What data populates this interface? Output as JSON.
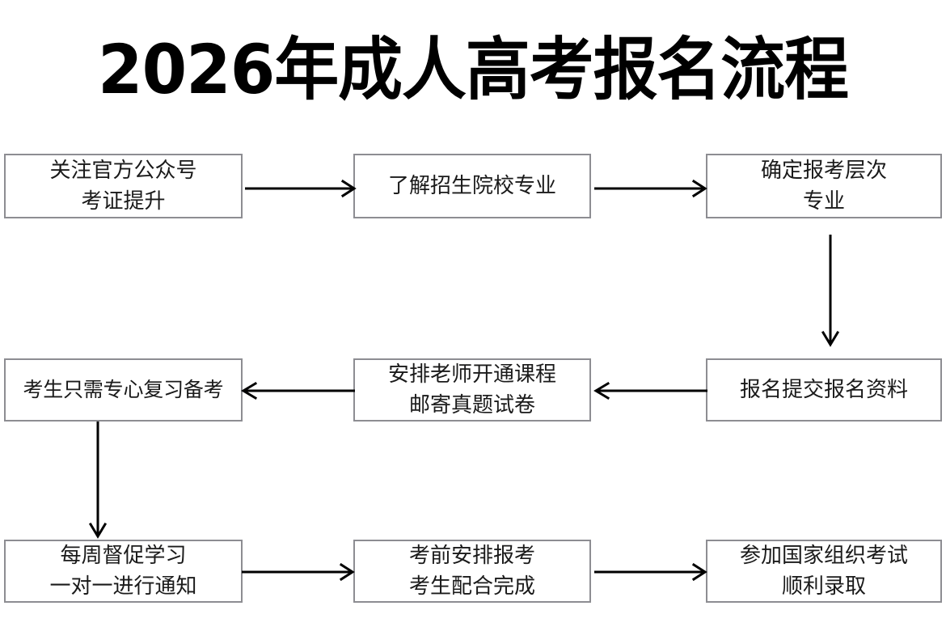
{
  "page": {
    "title": "2026年成人高考报名流程",
    "background_color": "#ffffff",
    "box_border_color": "#8d8d92",
    "arrow_color": "#000000",
    "text_color": "#1a1a1a"
  },
  "flowchart": {
    "nodes": [
      {
        "id": "n1",
        "row": 1,
        "col": 1,
        "lines": [
          "关注官方公众号",
          "考证提升"
        ]
      },
      {
        "id": "n2",
        "row": 1,
        "col": 2,
        "lines": [
          "了解招生院校专业"
        ]
      },
      {
        "id": "n3",
        "row": 1,
        "col": 3,
        "lines": [
          "确定报考层次",
          "专业"
        ]
      },
      {
        "id": "n4",
        "row": 2,
        "col": 1,
        "lines": [
          "考生只需专心复习备考"
        ]
      },
      {
        "id": "n5",
        "row": 2,
        "col": 2,
        "lines": [
          "安排老师开通课程",
          "邮寄真题试卷"
        ]
      },
      {
        "id": "n6",
        "row": 2,
        "col": 3,
        "lines": [
          "报名提交报名资料"
        ]
      },
      {
        "id": "n7",
        "row": 3,
        "col": 1,
        "lines": [
          "每周督促学习",
          "一对一进行通知"
        ]
      },
      {
        "id": "n8",
        "row": 3,
        "col": 2,
        "lines": [
          "考前安排报考",
          "考生配合完成"
        ]
      },
      {
        "id": "n9",
        "row": 3,
        "col": 3,
        "lines": [
          "参加国家组织考试",
          "顺利录取"
        ]
      }
    ],
    "edges": [
      {
        "from": "n1",
        "to": "n2",
        "direction": "right"
      },
      {
        "from": "n2",
        "to": "n3",
        "direction": "right"
      },
      {
        "from": "n3",
        "to": "n6",
        "direction": "down"
      },
      {
        "from": "n6",
        "to": "n5",
        "direction": "left"
      },
      {
        "from": "n5",
        "to": "n4",
        "direction": "left"
      },
      {
        "from": "n4",
        "to": "n7",
        "direction": "down"
      },
      {
        "from": "n7",
        "to": "n8",
        "direction": "right"
      },
      {
        "from": "n8",
        "to": "n9",
        "direction": "right"
      }
    ]
  }
}
